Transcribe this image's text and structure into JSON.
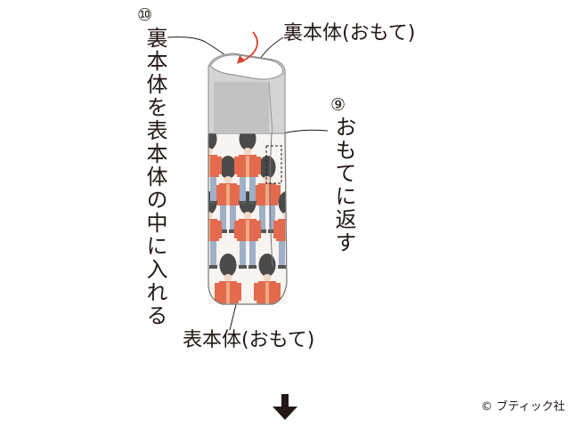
{
  "step10": {
    "number": "⑩",
    "text": "裏本体を表本体の中に入れる"
  },
  "step9": {
    "number": "⑨",
    "text": "おもてに返す"
  },
  "labels": {
    "lining_body": "裏本体(おもて)",
    "outer_body": "表本体(おもて)"
  },
  "copyright": "© ブティック社",
  "colors": {
    "ink": "#231815",
    "accent_arrow": "#d9412b",
    "lining_gray": "#d4d4d4",
    "outline": "#777777",
    "guard_hat": "#4a4a4a",
    "guard_coat": "#e46a4d",
    "guard_pants": "#9fb0c8",
    "fabric_bg": "#f7f4f1"
  },
  "icons": {
    "next_step": "arrow-down-icon",
    "turn_direction": "curved-arrow-icon"
  }
}
